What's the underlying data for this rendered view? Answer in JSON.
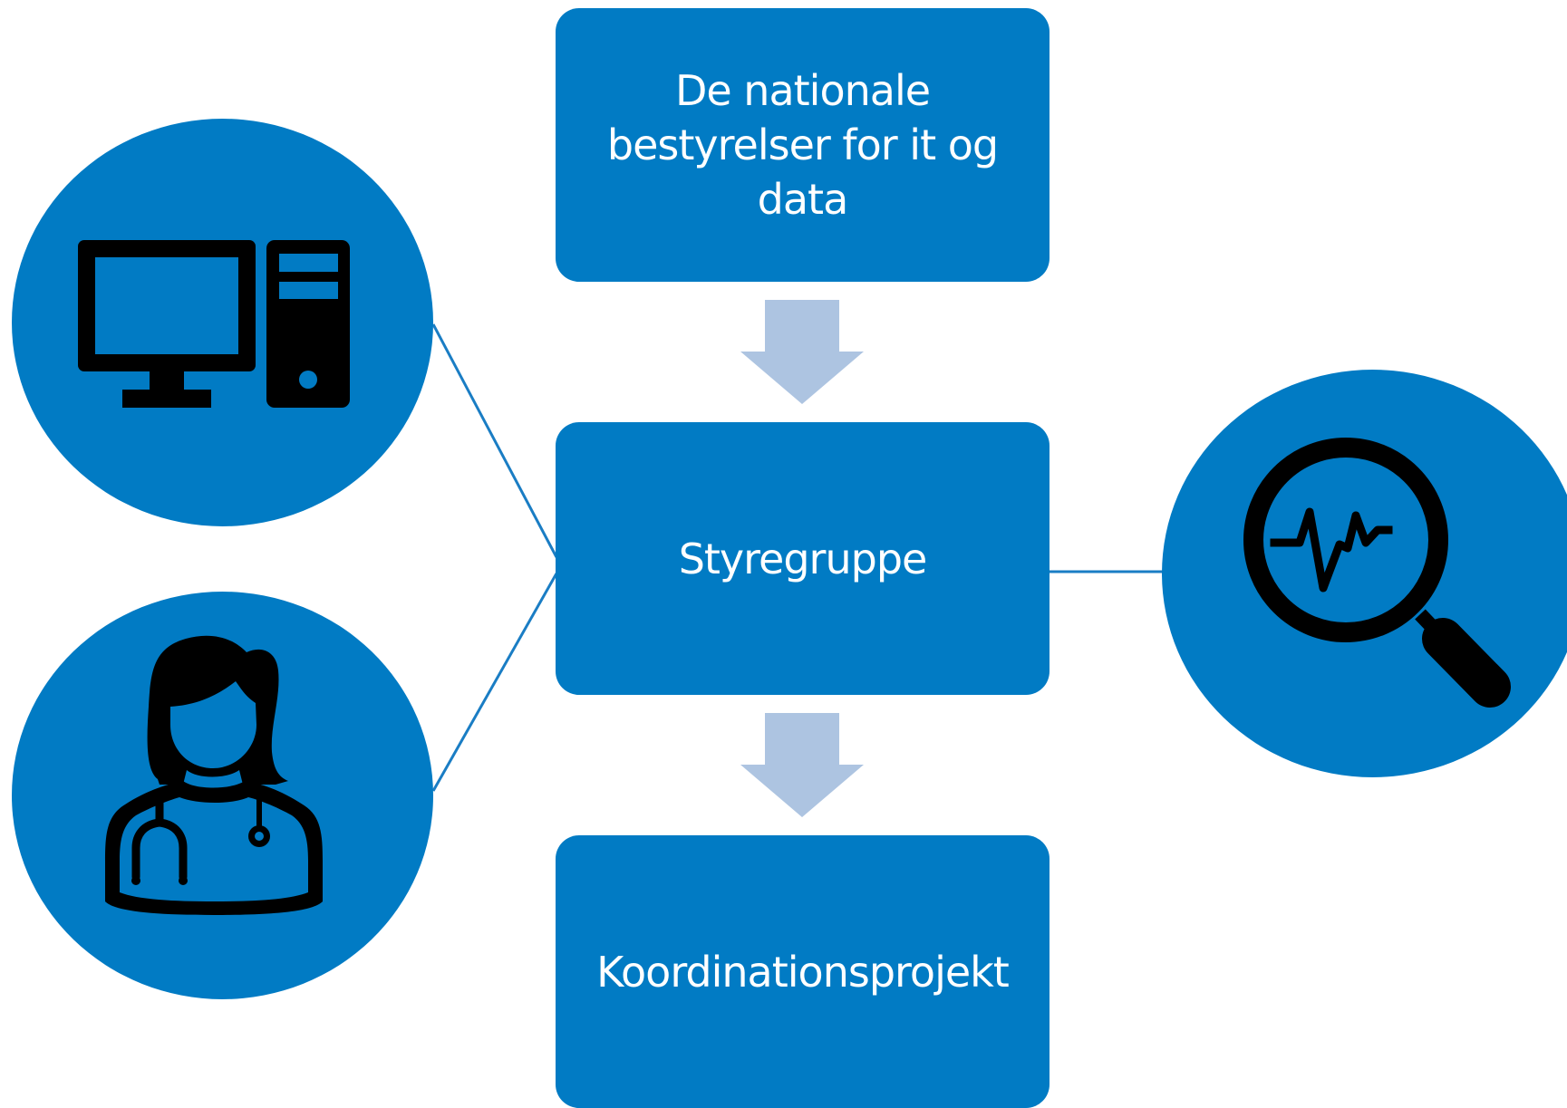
{
  "colors": {
    "box_fill": "#017bc4",
    "box_text": "#ffffff",
    "circle_fill": "#017bc4",
    "arrow_fill": "#adc4e1",
    "connector": "#1a7dc4",
    "icon": "#000000"
  },
  "boxes": {
    "top": "De nationale\nbestyrelser for it og\ndata",
    "middle": "Styregruppe",
    "bottom": "Koordinationsprojekt"
  },
  "icons": {
    "left_top": "desktop-computer-icon",
    "left_bottom": "doctor-stethoscope-icon",
    "right": "magnifier-pulse-icon"
  }
}
